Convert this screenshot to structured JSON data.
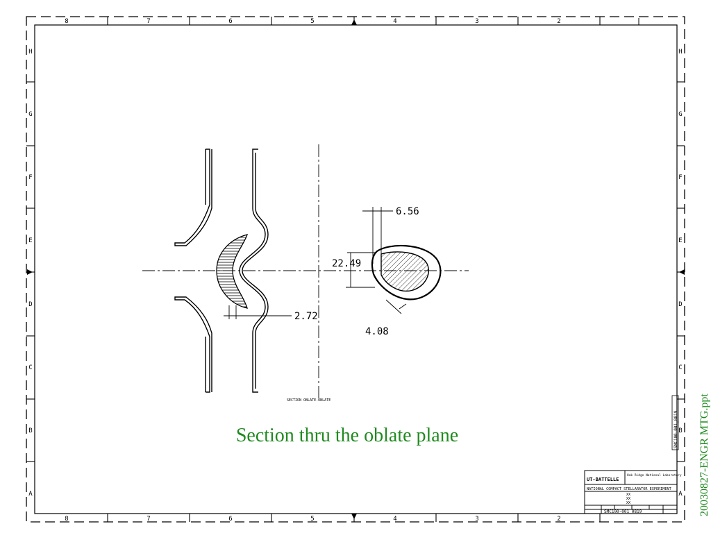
{
  "border": {
    "column_labels": [
      "8",
      "7",
      "6",
      "5",
      "4",
      "3",
      "2"
    ],
    "row_labels": [
      "H",
      "G",
      "F",
      "E",
      "D",
      "C",
      "B",
      "A"
    ]
  },
  "drawing": {
    "dimensions": {
      "top_width": "6.56",
      "height": "22.49",
      "thickness": "4.08",
      "gap": "2.72"
    },
    "section_label": "SECTION OBLATE-OBLATE"
  },
  "title_block": {
    "company": "UT-BATTELLE",
    "lab": "Oak Ridge National Laboratory",
    "project": "NATIONAL COMPACT STELLARATOR EXPERIMENT",
    "placeholder": "XX",
    "drawing_number": "SMC100-001_0819"
  },
  "caption": "Section thru the oblate plane",
  "side_note": "20030827-ENGR MTG.ppt"
}
